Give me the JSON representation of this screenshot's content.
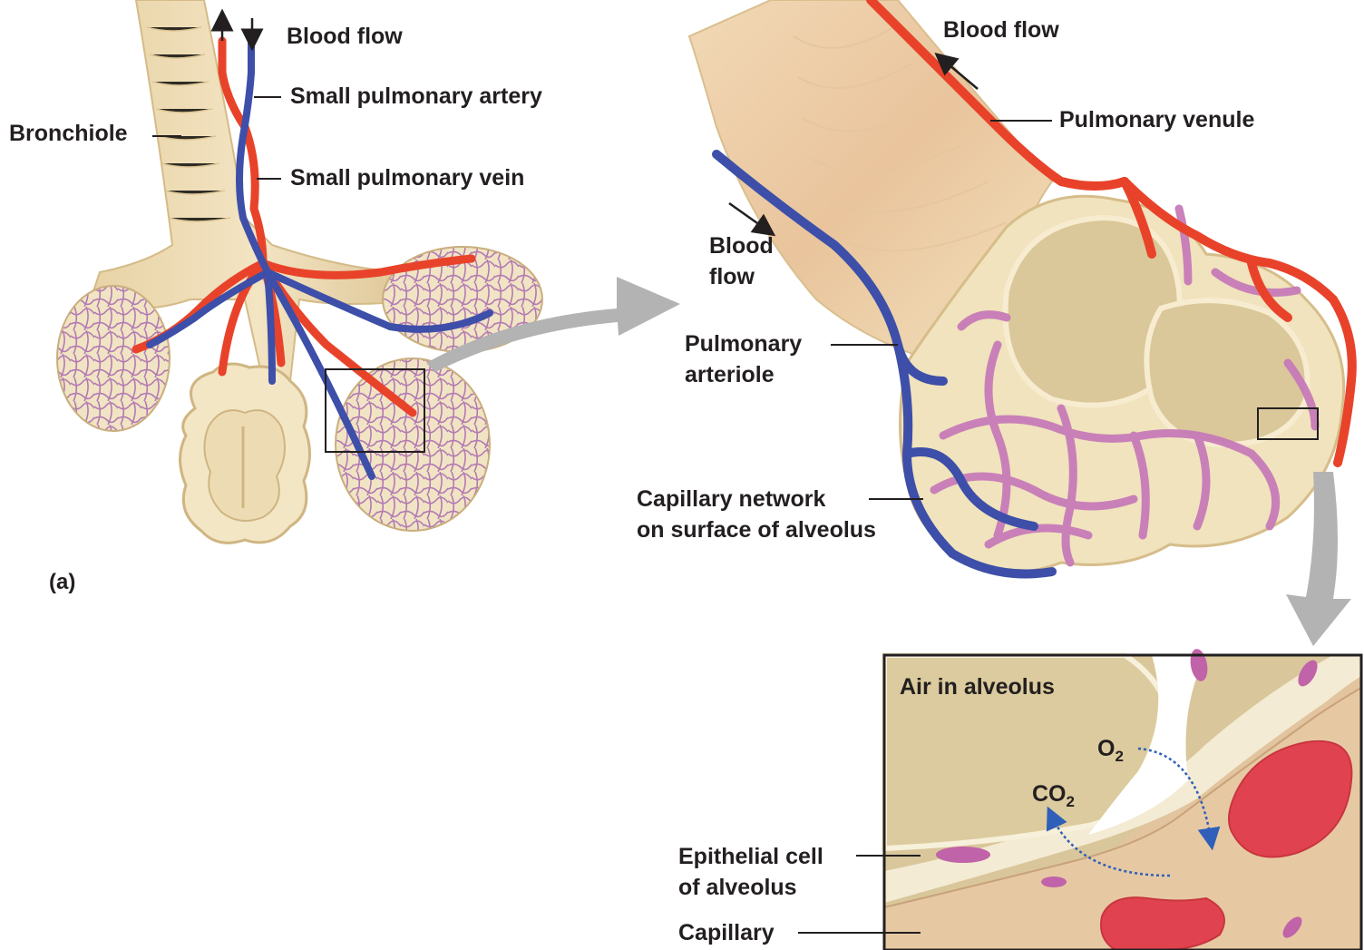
{
  "panel_label": "(a)",
  "labels": {
    "blood_flow_a": "Blood flow",
    "small_pulmonary_artery": "Small pulmonary artery",
    "bronchiole": "Bronchiole",
    "small_pulmonary_vein": "Small pulmonary vein",
    "blood_flow_top_right": "Blood flow",
    "pulmonary_venule": "Pulmonary venule",
    "blood_flow_left_1": "Blood",
    "blood_flow_left_2": "flow",
    "pulmonary_arteriole_1": "Pulmonary",
    "pulmonary_arteriole_2": "arteriole",
    "capillary_network_1": "Capillary network",
    "capillary_network_2": "on surface of alveolus",
    "air_in_alveolus": "Air in alveolus",
    "o2_base": "O",
    "o2_sub": "2",
    "co2_base": "CO",
    "co2_sub": "2",
    "epithelial_1": "Epithelial cell",
    "epithelial_2": "of alveolus",
    "capillary": "Capillary"
  },
  "colors": {
    "artery_red": "#e8432a",
    "vein_blue": "#3d4fa8",
    "capillary_purple": "#c77bb8",
    "tissue_beige": "#efe2bd",
    "alveolus_interior": "#d8c597",
    "red_blood_cell": "#e0434f",
    "arrow_gray": "#b3b3b3",
    "gas_arrow_blue": "#2f5fb8"
  }
}
